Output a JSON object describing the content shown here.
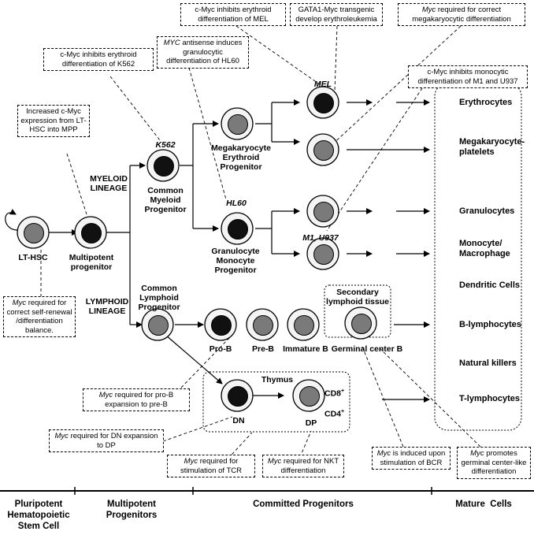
{
  "stages": [
    "Pluripotent Hematopoietic Stem Cell",
    "Multipotent Progenitors",
    "Committed Progenitors",
    "Mature  Cells"
  ],
  "cells": {
    "lthsc": "LT-HSC",
    "multipotent": "Multipotent progenitor",
    "cmp_label": "K562",
    "cmp": "Common Myeloid Progenitor",
    "mep": "Megakaryocyte Erythroid Progenitor",
    "gmp_label": "HL60",
    "gmp": "Granulocyte Monocyte Progenitor",
    "mel_label": "MEL",
    "m1_label": "M1, U937",
    "clp": "Common Lymphoid Progenitor",
    "prob": "Pro-B",
    "preb": "Pre-B",
    "immb": "Immature B",
    "gcb": "Germinal center B",
    "secondary": "Secondary lymphoid tissue",
    "thymus": "Thymus",
    "dn": "DN",
    "dp": "DP",
    "cd8": "CD8",
    "cd4": "CD4",
    "sup": "+"
  },
  "lineages": {
    "myeloid": "MYELOID LINEAGE",
    "lymphoid": "LYMPHOID LINEAGE"
  },
  "mature": [
    "Erythrocytes",
    "Megakaryocyte-platelets",
    "Granulocytes",
    "Monocyte/ Macrophage",
    "Dendritic Cells",
    "B-lymphocytes",
    "Natural killers",
    "T-lymphocytes"
  ],
  "notes": {
    "mel": "c-Myc inhibits erythroid differentiation of MEL",
    "gata1": "GATA1-Myc transgenic develop erythroleukemia",
    "mk_italic": "Myc",
    "mk": " required for correct megakaryocytic differentiation",
    "k562": "c-Myc inhibits erythroid differentiation of K562",
    "hl60_italic": "MYC",
    "hl60": " antisense induces granulocytic differentiation of  HL60",
    "m1": "c-Myc inhibits monocytic differentiation of M1 and U937",
    "mpp": "Increased c-Myc expression from LT-HSC into MPP",
    "self_italic": "Myc",
    "self": " required for correct self-renewal /differentiation balance.",
    "preb_italic": "Myc",
    "preb": " required  for pro-B expansion to pre-B",
    "dn_italic": "Myc",
    "dn": " required  for DN expansion to DP",
    "tcr_italic": "Myc",
    "tcr": " required for stimulation of TCR",
    "nkt_italic": "Myc",
    "nkt": " required for NKT differentiation",
    "bcr_italic": "Myc",
    "bcr": " is induced upon stimulation of BCR",
    "gc_italic": "Myc",
    "gc": " promotes germinal center-like differentiation"
  },
  "colors": {
    "dark_nucleus": "#111111",
    "grey_nucleus": "#7a7a7a",
    "cell_fill": "#f4f4f4"
  }
}
